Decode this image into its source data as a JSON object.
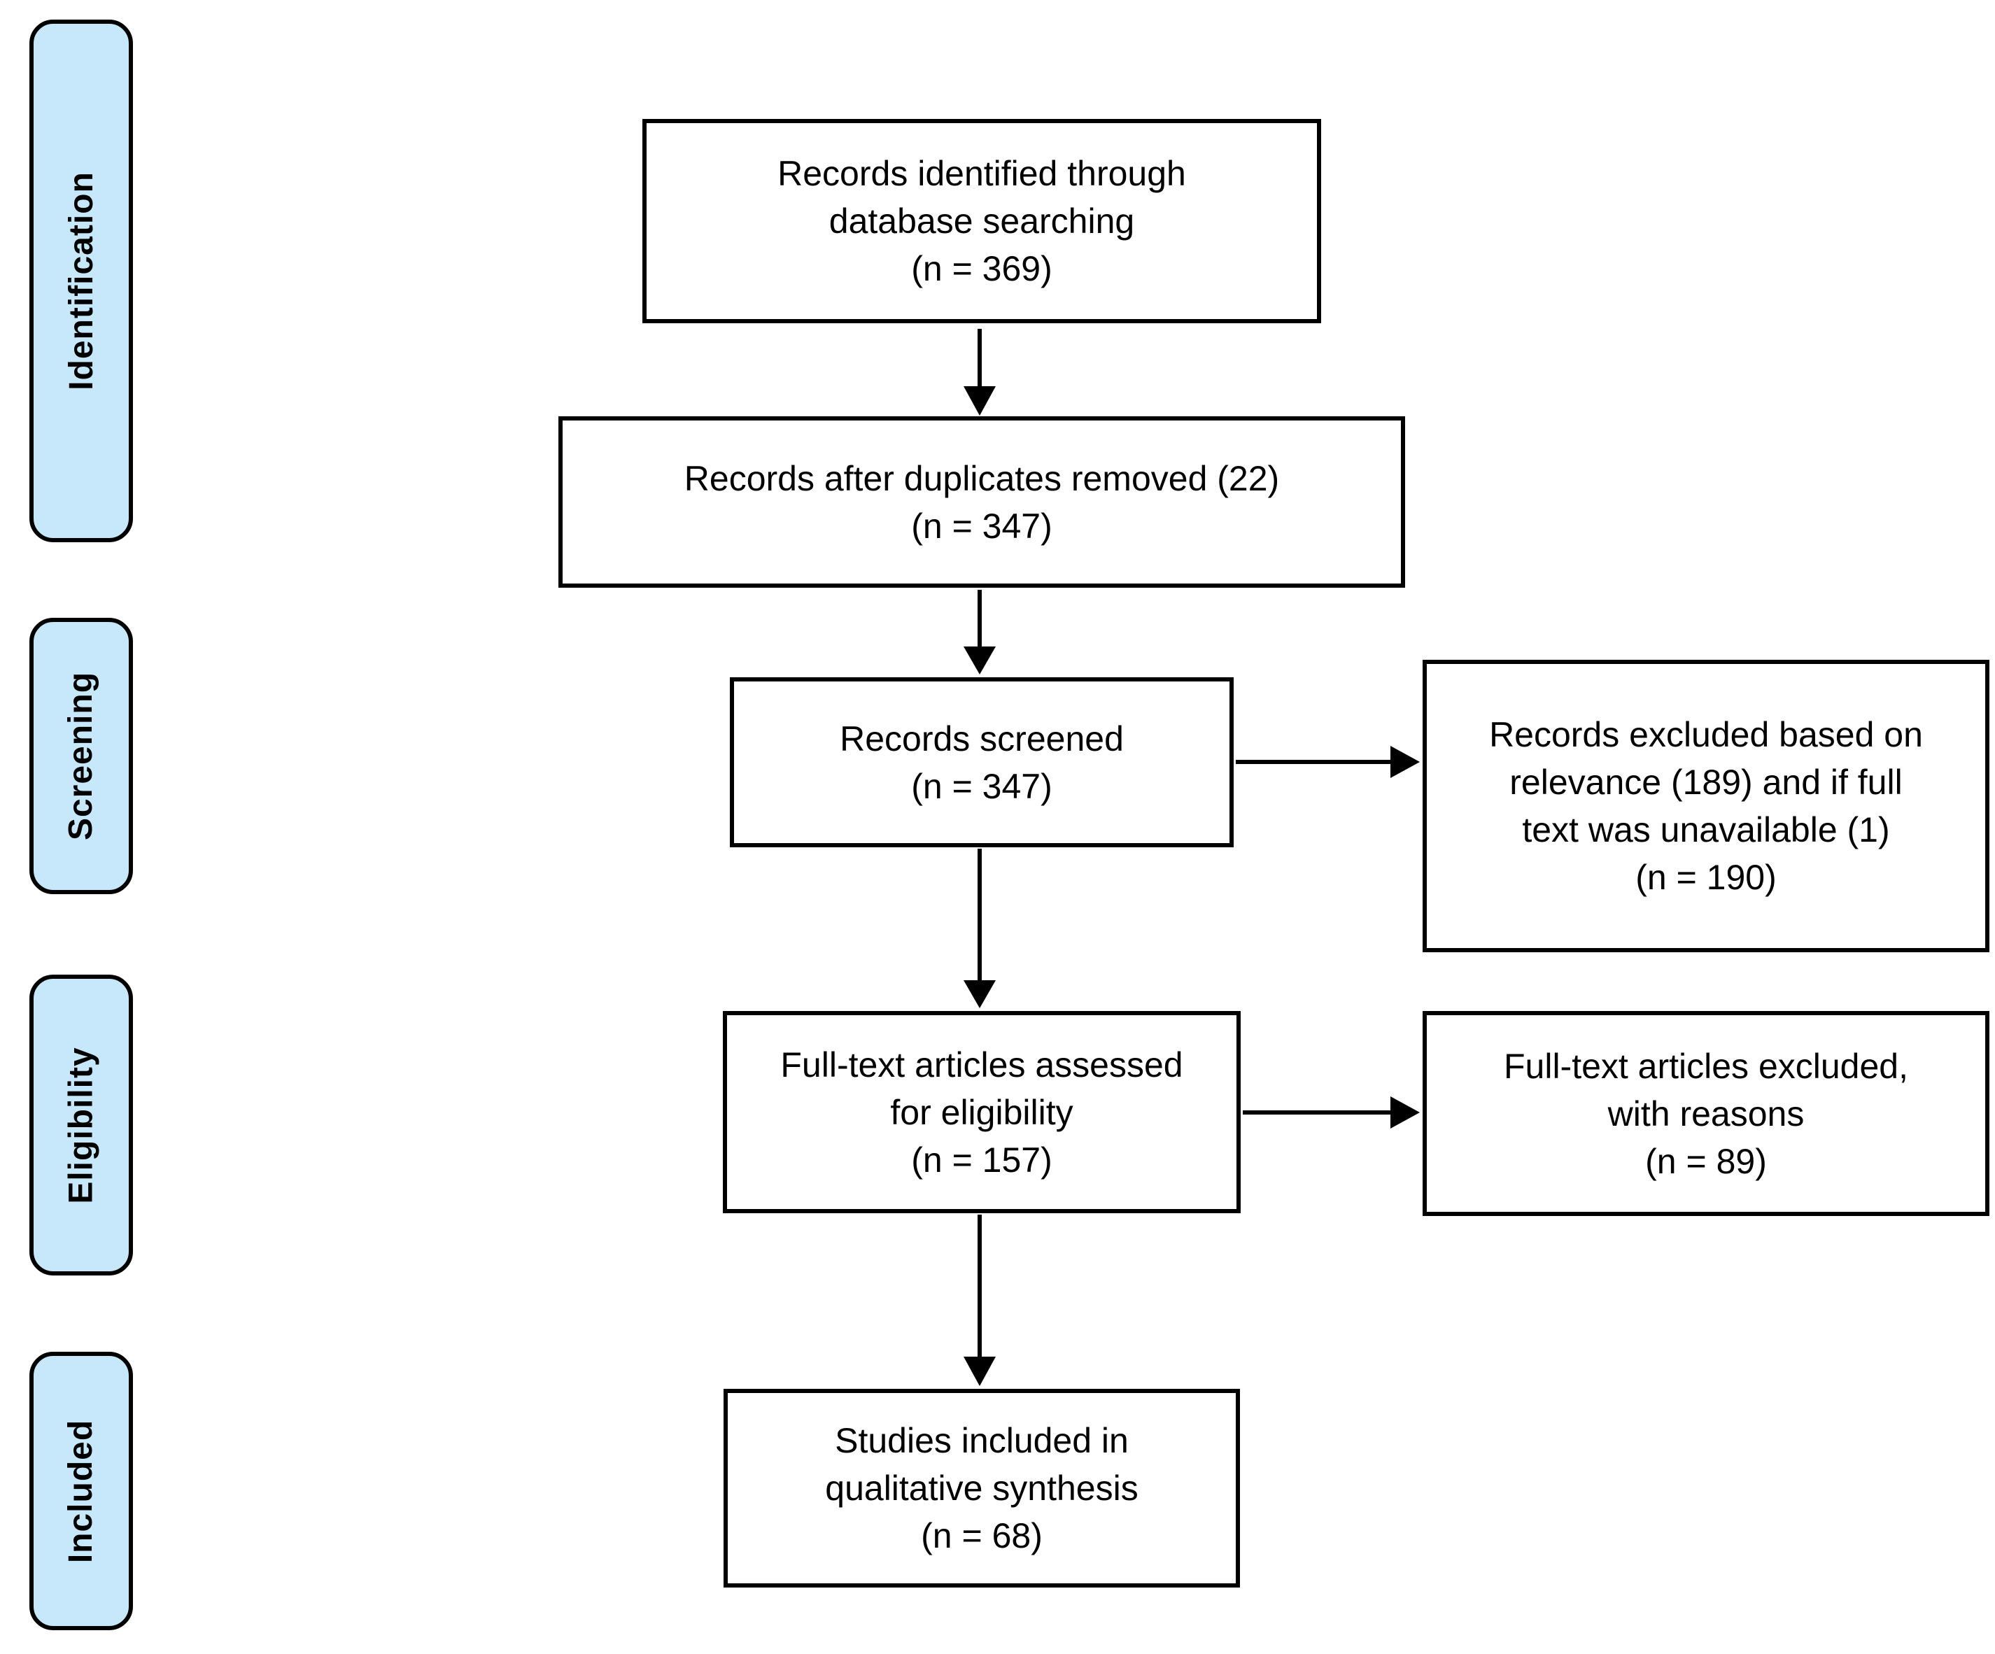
{
  "stages": [
    {
      "label": "Identification"
    },
    {
      "label": "Screening"
    },
    {
      "label": "Eligibility"
    },
    {
      "label": "Included"
    }
  ],
  "boxes": {
    "identified": {
      "lines": [
        "Records identified through",
        "database searching",
        "(n = 369)"
      ]
    },
    "duplicates_removed": {
      "lines": [
        "Records after duplicates removed (22)",
        "(n = 347)"
      ]
    },
    "screened": {
      "lines": [
        "Records screened",
        "(n = 347)"
      ]
    },
    "fulltext_assessed": {
      "lines": [
        "Full-text articles assessed",
        "for eligibility",
        "(n = 157)"
      ]
    },
    "included_studies": {
      "lines": [
        "Studies included in",
        "qualitative synthesis",
        "(n = 68)"
      ]
    },
    "records_excluded": {
      "lines": [
        "Records excluded based on",
        "relevance (189) and if full",
        "text was unavailable (1)",
        "(n = 190)"
      ]
    },
    "fulltext_excluded": {
      "lines": [
        "Full-text articles excluded,",
        "with reasons",
        "(n = 89)"
      ]
    }
  },
  "colors": {
    "stage_fill": "#C6E8FA",
    "outline": "#000000",
    "arrow": "#000000",
    "box_fill": "#FFFFFF",
    "background": "#FFFFFF"
  }
}
